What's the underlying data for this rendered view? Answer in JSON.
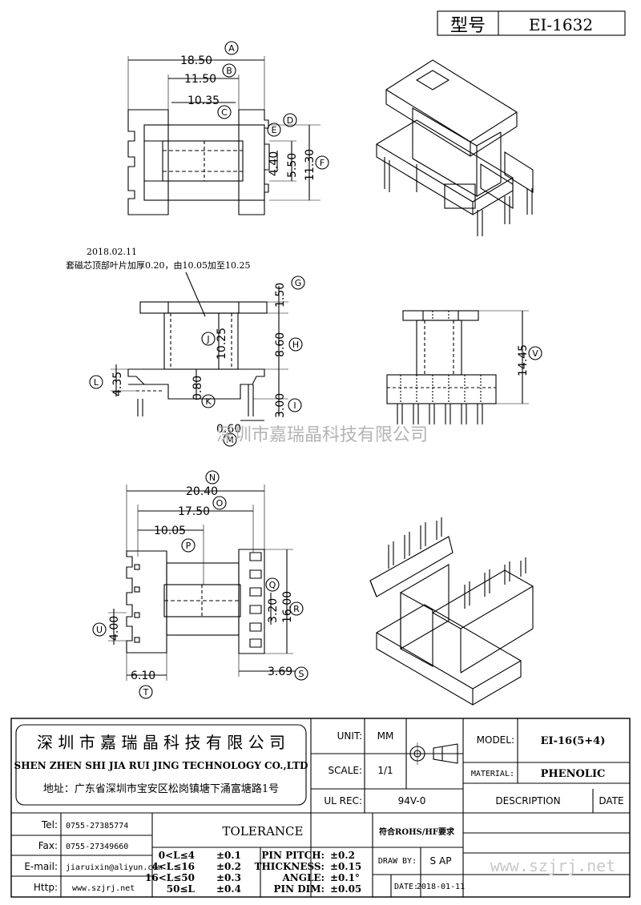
{
  "header": {
    "model_label": "型号",
    "model_value": "EI-1632"
  },
  "top_view": {
    "dims": {
      "A": "18.50",
      "B": "11.50",
      "C": "10.35",
      "E": "4.40",
      "D": "5.50",
      "F": "11.30"
    }
  },
  "note": {
    "date": "2018.02.11",
    "text": "套磁芯顶部叶片加厚0.20，由10.05加至10.25"
  },
  "front_view": {
    "dims": {
      "G": "1.50",
      "J": "10.25",
      "H": "8.60",
      "L": "4.35",
      "K": "0.80",
      "I": "3.00",
      "M": "0.60"
    }
  },
  "side_view": {
    "dims": {
      "V": "14.45"
    }
  },
  "bottom_view": {
    "dims": {
      "N": "20.40",
      "O": "17.50",
      "P": "10.05",
      "Q": "3.20",
      "R": "16.00",
      "U": "4.00",
      "T": "6.10",
      "S": "3.69"
    }
  },
  "watermark": {
    "text": "深圳市嘉瑞晶科技有限公司",
    "url": "www.szjrj.net"
  },
  "title_block": {
    "company_cn": "深 圳 市 嘉 瑞 晶 科 技 有 限 公 司",
    "company_en": "SHEN ZHEN SHI  JIA RUI JING  TECHNOLOGY CO.,LTD",
    "address": "地址：广东省深圳市宝安区松岗镇塘下涌富塘路1号",
    "unit_label": "UNIT:",
    "unit_value": "MM",
    "scale_label": "SCALE:",
    "scale_value": "1/1",
    "ulrec_label": "UL REC:",
    "ulrec_value": "94V-0",
    "model_label": "MODEL:",
    "model_value": "EI-16(5+4)",
    "material_label": "MATERIAL:",
    "material_value": "PHENOLIC",
    "description_label": "DESCRIPTION",
    "date_label": "DATE",
    "tel_label": "Tel:",
    "tel_value": "0755-27385774",
    "fax_label": "Fax:",
    "fax_value": "0755-27349660",
    "email_label": "E-mail:",
    "email_value": "jiaruixin@aliyun.com",
    "http_label": "Http:",
    "http_value": "www.szjrj.net",
    "tolerance_title": "TOLERANCE",
    "tolerances": [
      {
        "range": "0<L≤4",
        "value": "±0.1"
      },
      {
        "range": "4<L≤16",
        "value": "±0.2"
      },
      {
        "range": "16<L≤50",
        "value": "±0.3"
      },
      {
        "range": "50≤L",
        "value": "±0.4"
      }
    ],
    "specs": [
      {
        "label": "PIN PITCH:",
        "value": "±0.2"
      },
      {
        "label": "THICKNESS:",
        "value": "±0.15"
      },
      {
        "label": "ANGLE:",
        "value": "±0.1°"
      },
      {
        "label": "PIN DIM:",
        "value": "±0.05"
      }
    ],
    "rohs": "符合ROHS/HF要求",
    "draw_by_label": "DRAW BY:",
    "draw_by_value": "S AP",
    "date_field_label": "DATE:",
    "date_field_value": "2018-01-11"
  }
}
